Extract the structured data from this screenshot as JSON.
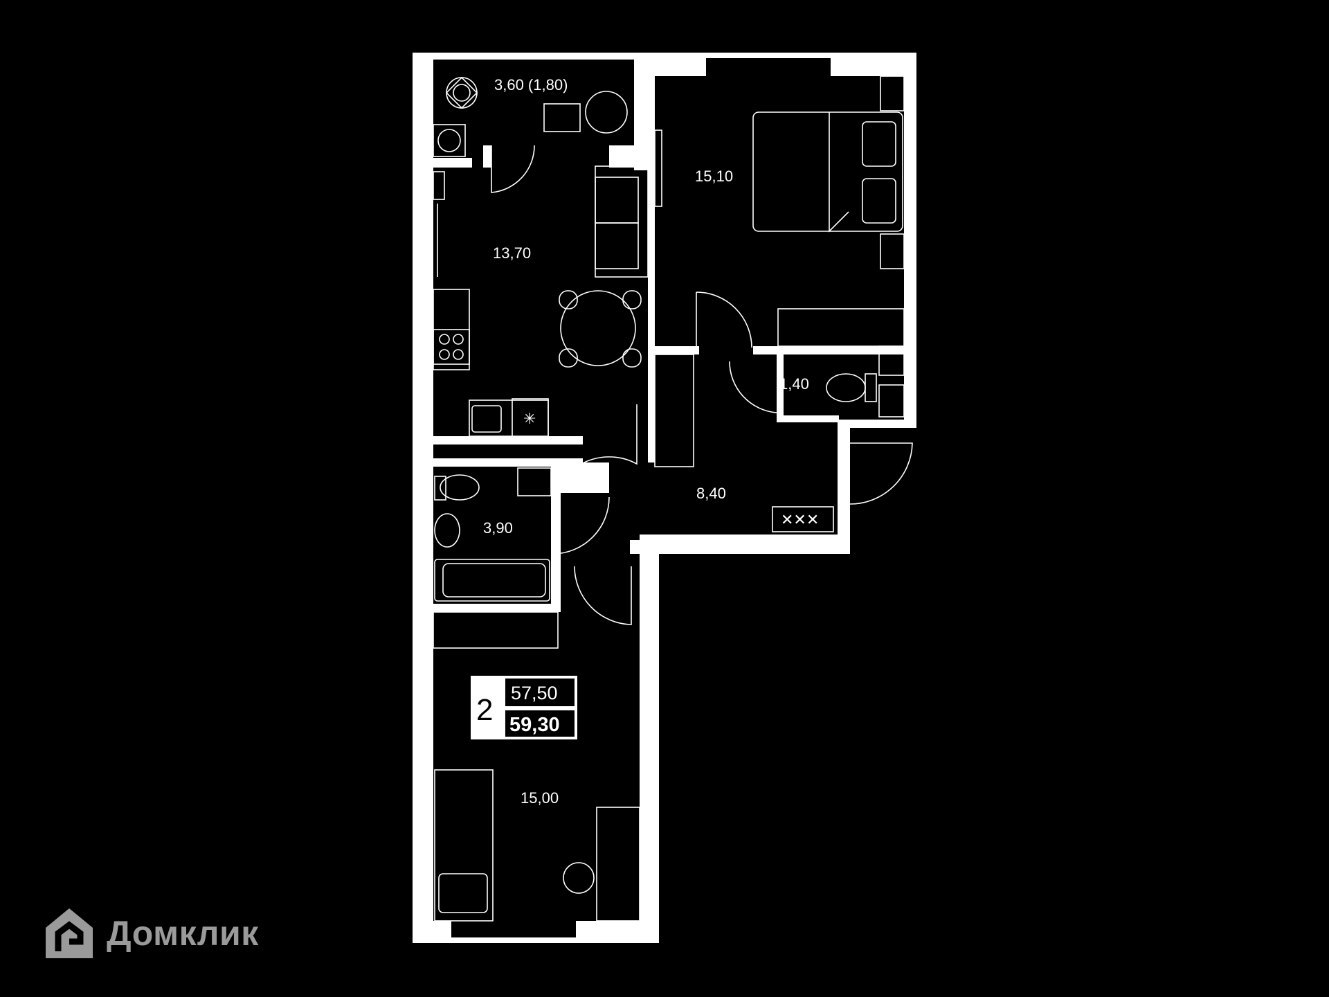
{
  "rooms": {
    "balcony": "3,60 (1,80)",
    "kitchen": "13,70",
    "bedroom1": "15,10",
    "wc": "1,40",
    "hall": "8,40",
    "bathroom": "3,90",
    "bedroom2": "15,00"
  },
  "summary": {
    "room_count": "2",
    "living_area": "57,50",
    "total_area": "59,30"
  },
  "watermark": {
    "text": "Домклик"
  },
  "colors": {
    "background": "#000000",
    "walls": "#ffffff",
    "watermark": "#9a9a9a"
  }
}
